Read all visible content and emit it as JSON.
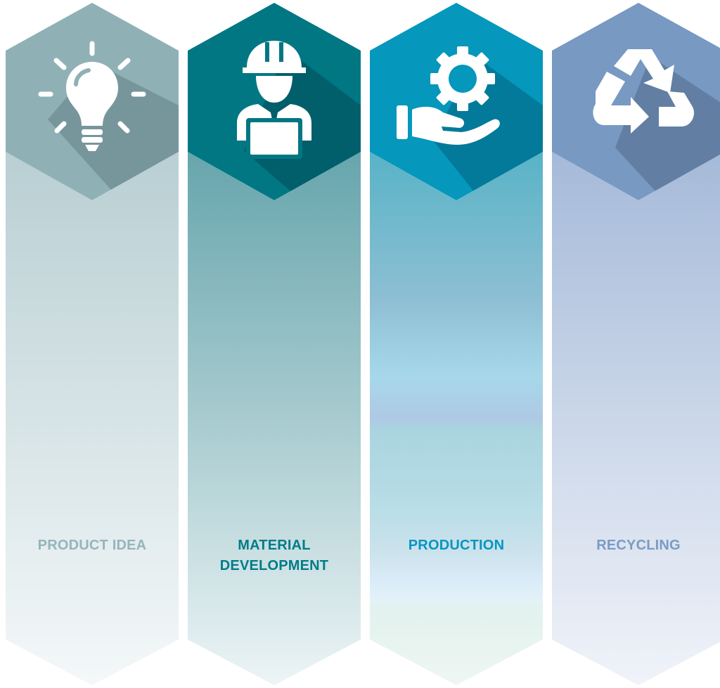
{
  "steps": [
    {
      "label": "PRODUCT IDEA",
      "icon": "lightbulb-icon",
      "color": "#95b5ba",
      "hex_color": "#8fb1b6"
    },
    {
      "label": "MATERIAL\nDEVELOPMENT",
      "icon": "engineer-laptop-icon",
      "color": "#007c88",
      "hex_color": "#007783"
    },
    {
      "label": "PRODUCTION",
      "icon": "hand-gear-icon",
      "color": "#0596c0",
      "hex_color": "#0597bc"
    },
    {
      "label": "RECYCLING",
      "icon": "recycle-icon",
      "color": "#7a9bc3",
      "hex_color": "#7799c2"
    }
  ]
}
